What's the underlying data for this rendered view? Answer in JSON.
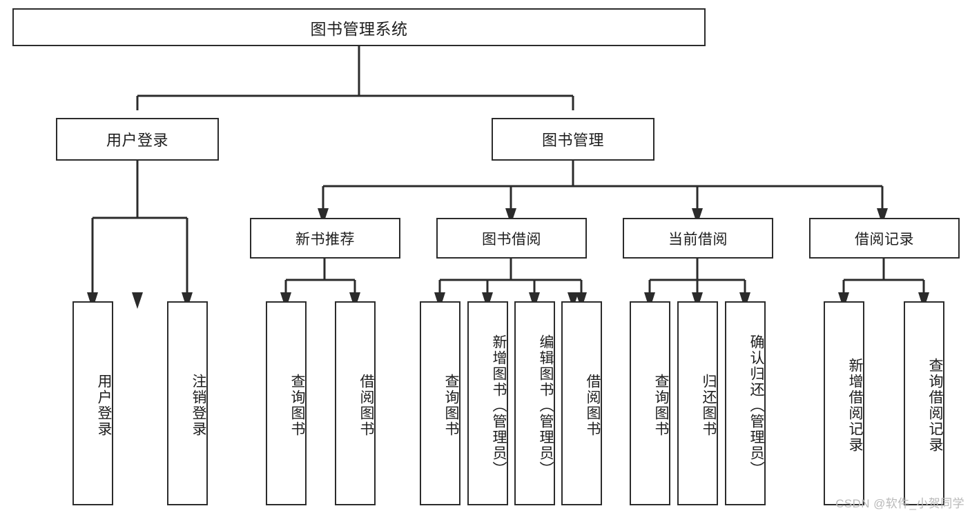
{
  "diagram": {
    "title": "图书管理系统",
    "type": "tree-hierarchy-diagram",
    "root": {
      "label": "图书管理系统"
    },
    "level2": [
      {
        "label": "用户登录"
      },
      {
        "label": "图书管理"
      }
    ],
    "level3": [
      {
        "label": "新书推荐"
      },
      {
        "label": "图书借阅"
      },
      {
        "label": "当前借阅"
      },
      {
        "label": "借阅记录"
      }
    ],
    "leaves": {
      "user_login": [
        {
          "label": "用户登录"
        },
        {
          "label": "注销登录"
        }
      ],
      "new_book_recommend": [
        {
          "label": "查询图书"
        },
        {
          "label": "借阅图书"
        }
      ],
      "book_borrow": [
        {
          "label": "查询图书"
        },
        {
          "label": "新增图书（管理员）"
        },
        {
          "label": "编辑图书（管理员）"
        },
        {
          "label": "借阅图书"
        }
      ],
      "current_borrow": [
        {
          "label": "查询图书"
        },
        {
          "label": "归还图书"
        },
        {
          "label": "确认归还（管理员）"
        }
      ],
      "borrow_record": [
        {
          "label": "新增借阅记录"
        },
        {
          "label": "查询借阅记录"
        }
      ]
    }
  },
  "watermark": {
    "text": "CSDN @软件_小贺同学"
  },
  "colors": {
    "line": "#2b2b2b",
    "box_border": "#2b2b2b",
    "box_fill": "#ffffff",
    "text": "#1d1d1d",
    "watermark": "#b9b9b9",
    "background": "#ffffff"
  }
}
